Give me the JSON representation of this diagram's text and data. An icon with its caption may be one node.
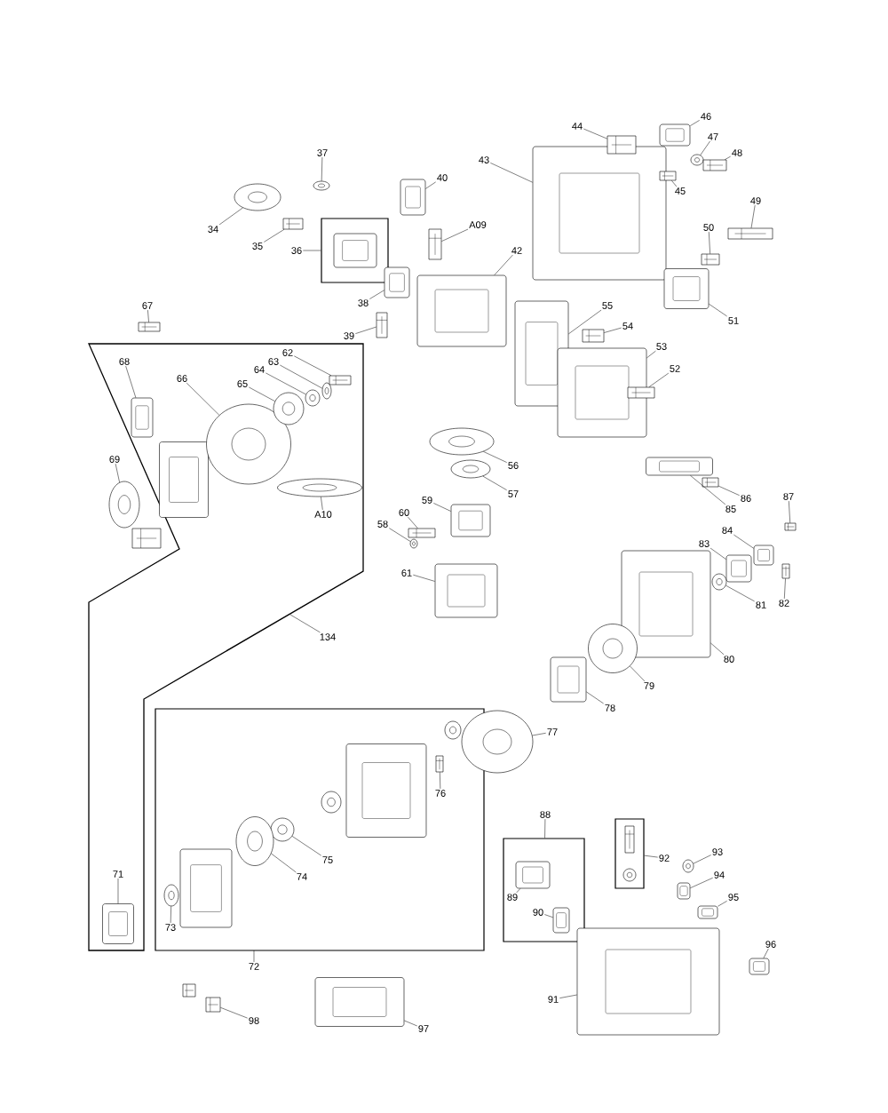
{
  "diagram": {
    "nodes": [
      {
        "text": [
          "34"
        ]
      },
      {
        "text": [],
        "shape": "picture"
      },
      {
        "text": [
          "35"
        ]
      },
      {
        "text": [],
        "shape": "picture"
      },
      {
        "text": [
          "36"
        ]
      },
      {
        "text": [],
        "shape": "box"
      },
      {
        "text": [
          "37"
        ]
      },
      {
        "text": [],
        "shape": "picture"
      },
      {
        "text": [
          "40"
        ]
      },
      {
        "text": [],
        "shape": "picture"
      },
      {
        "text": [
          "A09"
        ]
      },
      {
        "text": [],
        "shape": "picture"
      },
      {
        "text": [
          "38"
        ]
      },
      {
        "text": [],
        "shape": "picture"
      },
      {
        "text": [
          "39"
        ]
      },
      {
        "text": [],
        "shape": "picture"
      },
      {
        "text": [
          "42"
        ]
      },
      {
        "text": [],
        "shape": "picture"
      },
      {
        "text": [
          "43"
        ]
      },
      {
        "text": [],
        "shape": "picture"
      },
      {
        "text": [
          "44"
        ]
      },
      {
        "text": [],
        "shape": "picture"
      },
      {
        "text": [
          "45"
        ]
      },
      {
        "text": [],
        "shape": "picture"
      },
      {
        "text": [
          "46"
        ]
      },
      {
        "text": [],
        "shape": "picture"
      },
      {
        "text": [
          "47"
        ]
      },
      {
        "text": [],
        "shape": "picture"
      },
      {
        "text": [
          "48"
        ]
      },
      {
        "text": [],
        "shape": "picture"
      },
      {
        "text": [
          "49"
        ]
      },
      {
        "text": [],
        "shape": "picture"
      },
      {
        "text": [
          "50"
        ]
      },
      {
        "text": [],
        "shape": "picture"
      },
      {
        "text": [
          "51"
        ]
      },
      {
        "text": [],
        "shape": "picture"
      },
      {
        "text": [
          "55"
        ]
      },
      {
        "text": [],
        "shape": "picture"
      },
      {
        "text": [
          "54"
        ]
      },
      {
        "text": [],
        "shape": "picture"
      },
      {
        "text": [
          "53"
        ]
      },
      {
        "text": [],
        "shape": "picture"
      },
      {
        "text": [
          "52"
        ]
      },
      {
        "text": [],
        "shape": "picture"
      },
      {
        "text": [
          "67"
        ]
      },
      {
        "text": [],
        "shape": "picture"
      },
      {
        "text": [],
        "shape": "box"
      },
      {
        "text": [
          "68"
        ],
        "in": 46
      },
      {
        "text": [],
        "shape": "picture",
        "in": 46
      },
      {
        "text": [
          "66"
        ],
        "in": 46
      },
      {
        "text": [],
        "shape": "picture",
        "in": 46
      },
      {
        "text": [
          "65"
        ],
        "in": 46
      },
      {
        "text": [],
        "shape": "picture",
        "in": 46
      },
      {
        "text": [
          "64"
        ],
        "in": 46
      },
      {
        "text": [],
        "shape": "picture",
        "in": 46
      },
      {
        "text": [
          "63"
        ],
        "in": 46
      },
      {
        "text": [],
        "shape": "picture",
        "in": 46
      },
      {
        "text": [
          "62"
        ],
        "in": 46
      },
      {
        "text": [],
        "shape": "picture",
        "in": 46
      },
      {
        "text": [
          "69"
        ]
      },
      {
        "text": [],
        "shape": "picture"
      },
      {
        "text": [
          "A10"
        ],
        "in": 46
      },
      {
        "text": [],
        "shape": "picture",
        "in": 46
      },
      {
        "text": [
          "71"
        ],
        "in": 46
      },
      {
        "text": [],
        "shape": "picture",
        "in": 46
      },
      {
        "text": [
          "134"
        ]
      },
      {
        "text": [
          "56"
        ]
      },
      {
        "text": [],
        "shape": "picture"
      },
      {
        "text": [
          "57"
        ]
      },
      {
        "text": [],
        "shape": "picture"
      },
      {
        "text": [
          "59"
        ]
      },
      {
        "text": [],
        "shape": "picture"
      },
      {
        "text": [
          "60"
        ]
      },
      {
        "text": [],
        "shape": "picture"
      },
      {
        "text": [
          "58"
        ]
      },
      {
        "text": [],
        "shape": "picture"
      },
      {
        "text": [
          "61"
        ]
      },
      {
        "text": [],
        "shape": "picture"
      },
      {
        "text": [
          "86"
        ]
      },
      {
        "text": [],
        "shape": "picture"
      },
      {
        "text": [
          "85"
        ]
      },
      {
        "text": [],
        "shape": "picture"
      },
      {
        "text": [
          "87"
        ]
      },
      {
        "text": [],
        "shape": "picture"
      },
      {
        "text": [
          "84"
        ]
      },
      {
        "text": [],
        "shape": "picture"
      },
      {
        "text": [
          "83"
        ]
      },
      {
        "text": [],
        "shape": "picture"
      },
      {
        "text": [
          "81"
        ]
      },
      {
        "text": [],
        "shape": "picture"
      },
      {
        "text": [
          "82"
        ]
      },
      {
        "text": [],
        "shape": "picture"
      },
      {
        "text": [
          "80"
        ]
      },
      {
        "text": [],
        "shape": "picture"
      },
      {
        "text": [
          "79"
        ]
      },
      {
        "text": [],
        "shape": "picture"
      },
      {
        "text": [
          "78"
        ]
      },
      {
        "text": [],
        "shape": "picture"
      },
      {
        "text": [
          "77"
        ]
      },
      {
        "text": [],
        "shape": "picture"
      },
      {
        "text": [],
        "shape": "box"
      },
      {
        "text": [
          "76"
        ],
        "in": 100
      },
      {
        "text": [],
        "shape": "picture",
        "in": 100
      },
      {
        "text": [
          "75"
        ],
        "in": 100
      },
      {
        "text": [],
        "shape": "picture",
        "in": 100
      },
      {
        "text": [
          "74"
        ],
        "in": 100
      },
      {
        "text": [],
        "shape": "picture",
        "in": 100
      },
      {
        "text": [
          "73"
        ],
        "in": 100
      },
      {
        "text": [],
        "shape": "picture",
        "in": 100
      },
      {
        "text": [
          "72"
        ]
      },
      {
        "text": [
          "88"
        ]
      },
      {
        "text": [],
        "shape": "box"
      },
      {
        "text": [
          "89"
        ],
        "in": 111
      },
      {
        "text": [],
        "shape": "picture",
        "in": 111
      },
      {
        "text": [
          "90"
        ],
        "in": 111
      },
      {
        "text": [],
        "shape": "picture",
        "in": 111
      },
      {
        "text": [
          "92"
        ]
      },
      {
        "text": [],
        "shape": "box"
      },
      {
        "text": [
          "93"
        ]
      },
      {
        "text": [],
        "shape": "picture"
      },
      {
        "text": [
          "94"
        ]
      },
      {
        "text": [],
        "shape": "picture"
      },
      {
        "text": [
          "95"
        ]
      },
      {
        "text": [],
        "shape": "picture"
      },
      {
        "text": [
          "96"
        ]
      },
      {
        "text": [],
        "shape": "picture"
      },
      {
        "text": [
          "91"
        ]
      },
      {
        "text": [],
        "shape": "picture"
      },
      {
        "text": [
          "98"
        ]
      },
      {
        "text": [],
        "shape": "picture"
      },
      {
        "text": [
          "97"
        ]
      },
      {
        "text": [],
        "shape": "picture"
      }
    ],
    "edges": [
      {
        "from": 0,
        "to": 1,
        "arrow": "none"
      },
      {
        "from": 2,
        "to": 3,
        "arrow": "none"
      },
      {
        "from": 4,
        "to": 5,
        "arrow": "none"
      },
      {
        "from": 6,
        "to": 7,
        "arrow": "none"
      },
      {
        "from": 8,
        "to": 9,
        "arrow": "none"
      },
      {
        "from": 10,
        "to": 11,
        "arrow": "none"
      },
      {
        "from": 12,
        "to": 13,
        "arrow": "none"
      },
      {
        "from": 14,
        "to": 15,
        "arrow": "none"
      },
      {
        "from": 16,
        "to": 17,
        "arrow": "none"
      },
      {
        "from": 18,
        "to": 19,
        "arrow": "none"
      },
      {
        "from": 20,
        "to": 21,
        "arrow": "none"
      },
      {
        "from": 22,
        "to": 23,
        "arrow": "none"
      },
      {
        "from": 24,
        "to": 25,
        "arrow": "none"
      },
      {
        "from": 26,
        "to": 27,
        "arrow": "none"
      },
      {
        "from": 28,
        "to": 29,
        "arrow": "none"
      },
      {
        "from": 30,
        "to": 31,
        "arrow": "none"
      },
      {
        "from": 32,
        "to": 33,
        "arrow": "none"
      },
      {
        "from": 34,
        "to": 35,
        "arrow": "none"
      },
      {
        "from": 36,
        "to": 37,
        "arrow": "none"
      },
      {
        "from": 38,
        "to": 39,
        "arrow": "none"
      },
      {
        "from": 40,
        "to": 41,
        "arrow": "none"
      },
      {
        "from": 42,
        "to": 43,
        "arrow": "none"
      },
      {
        "from": 44,
        "to": 45,
        "arrow": "none"
      },
      {
        "from": 47,
        "to": 48,
        "arrow": "none"
      },
      {
        "from": 49,
        "to": 50,
        "arrow": "none"
      },
      {
        "from": 51,
        "to": 52,
        "arrow": "none"
      },
      {
        "from": 53,
        "to": 54,
        "arrow": "none"
      },
      {
        "from": 55,
        "to": 56,
        "arrow": "none"
      },
      {
        "from": 57,
        "to": 58,
        "arrow": "none"
      },
      {
        "from": 59,
        "to": 60,
        "arrow": "none"
      },
      {
        "from": 61,
        "to": 62,
        "arrow": "none"
      },
      {
        "from": 63,
        "to": 64,
        "arrow": "none"
      },
      {
        "from": 65,
        "to": 46,
        "arrow": "none"
      },
      {
        "from": 66,
        "to": 67,
        "arrow": "none"
      },
      {
        "from": 68,
        "to": 69,
        "arrow": "none"
      },
      {
        "from": 70,
        "to": 71,
        "arrow": "none"
      },
      {
        "from": 72,
        "to": 73,
        "arrow": "none"
      },
      {
        "from": 74,
        "to": 75,
        "arrow": "none"
      },
      {
        "from": 76,
        "to": 77,
        "arrow": "none"
      },
      {
        "from": 78,
        "to": 79,
        "arrow": "none"
      },
      {
        "from": 80,
        "to": 81,
        "arrow": "none"
      },
      {
        "from": 82,
        "to": 83,
        "arrow": "none"
      },
      {
        "from": 84,
        "to": 85,
        "arrow": "none"
      },
      {
        "from": 86,
        "to": 87,
        "arrow": "none"
      },
      {
        "from": 88,
        "to": 89,
        "arrow": "none"
      },
      {
        "from": 90,
        "to": 91,
        "arrow": "none"
      },
      {
        "from": 92,
        "to": 93,
        "arrow": "none"
      },
      {
        "from": 94,
        "to": 95,
        "arrow": "none"
      },
      {
        "from": 96,
        "to": 97,
        "arrow": "none"
      },
      {
        "from": 98,
        "to": 99,
        "arrow": "none"
      },
      {
        "from": 101,
        "to": 102,
        "arrow": "none"
      },
      {
        "from": 103,
        "to": 104,
        "arrow": "none"
      },
      {
        "from": 105,
        "to": 106,
        "arrow": "none"
      },
      {
        "from": 107,
        "to": 108,
        "arrow": "none"
      },
      {
        "from": 109,
        "to": 100,
        "arrow": "none"
      },
      {
        "from": 110,
        "to": 111,
        "arrow": "none"
      },
      {
        "from": 112,
        "to": 113,
        "arrow": "none"
      },
      {
        "from": 114,
        "to": 115,
        "arrow": "none"
      },
      {
        "from": 116,
        "to": 117,
        "arrow": "none"
      },
      {
        "from": 118,
        "to": 119,
        "arrow": "none"
      },
      {
        "from": 120,
        "to": 121,
        "arrow": "none"
      },
      {
        "from": 122,
        "to": 123,
        "arrow": "none"
      },
      {
        "from": 124,
        "to": 125,
        "arrow": "none"
      },
      {
        "from": 126,
        "to": 127,
        "arrow": "none"
      },
      {
        "from": 128,
        "to": 129,
        "arrow": "none"
      },
      {
        "from": 130,
        "to": 131,
        "arrow": "none"
      }
    ]
  }
}
